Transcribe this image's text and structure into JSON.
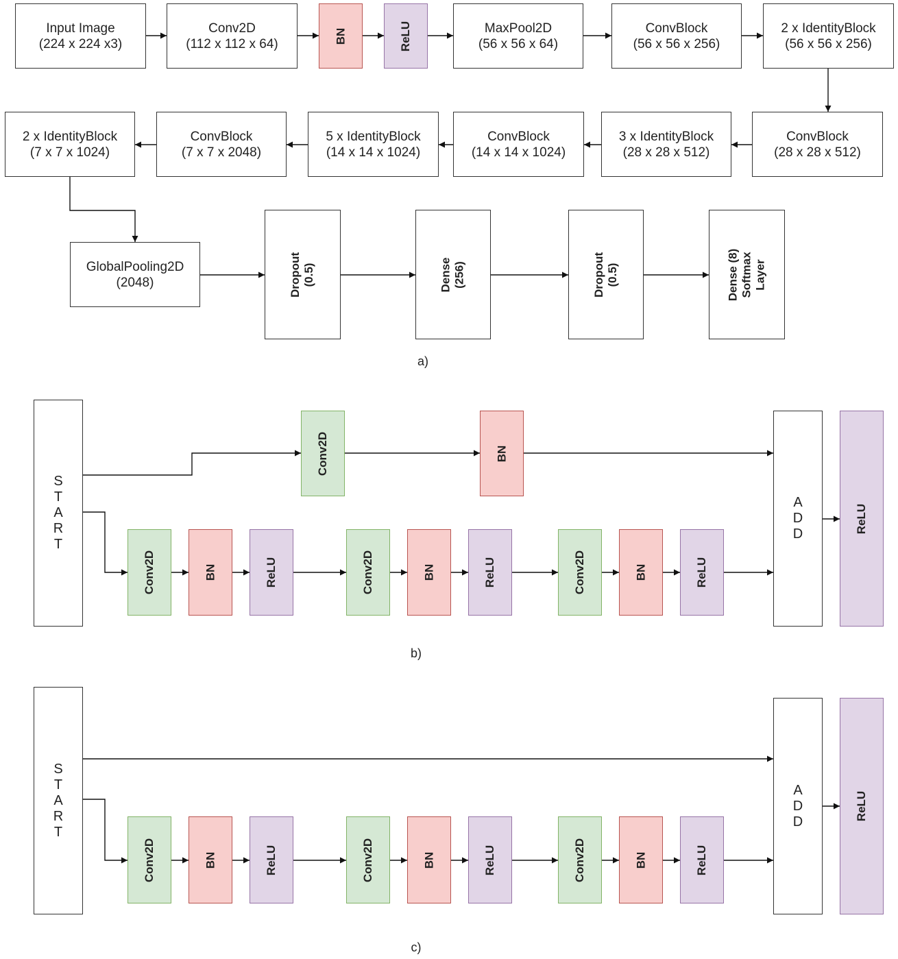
{
  "panel_a": {
    "input": "Input Image\n(224 x 224 x3)",
    "conv2d": "Conv2D\n(112 x 112 x 64)",
    "bn": "BN",
    "relu": "ReLU",
    "maxpool": "MaxPool2D\n(56 x 56 x 64)",
    "convblock1": "ConvBlock\n(56 x 56 x 256)",
    "identity1": "2 x IdentityBlock\n(56 x 56 x 256)",
    "convblock2": "ConvBlock\n(28 x 28 x 512)",
    "identity2": "3 x IdentityBlock\n(28 x 28 x 512)",
    "convblock3": "ConvBlock\n(14 x 14 x 1024)",
    "identity3": "5 x IdentityBlock\n(14 x 14 x 1024)",
    "convblock4": "ConvBlock\n(7 x 7 x 2048)",
    "identity4": "2 x IdentityBlock\n(7 x 7 x 1024)",
    "globalpool": "GlobalPooling2D\n(2048)",
    "dropout1": "Dropout\n(0.5)",
    "dense1": "Dense\n(256)",
    "dropout2": "Dropout\n(0.5)",
    "dense_final": "Dense (8)\nSoftmax\nLayer",
    "caption": "a)"
  },
  "panel_b": {
    "start": "S\nT\nA\nR\nT",
    "shortcut_conv": "Conv2D",
    "shortcut_bn": "BN",
    "conv": "Conv2D",
    "bn": "BN",
    "relu": "ReLU",
    "add": "A\nD\nD",
    "out_relu": "ReLU",
    "caption": "b)"
  },
  "panel_c": {
    "start": "S\nT\nA\nR\nT",
    "conv": "Conv2D",
    "bn": "BN",
    "relu": "ReLU",
    "add": "A\nD\nD",
    "out_relu": "ReLU",
    "caption": "c)"
  }
}
